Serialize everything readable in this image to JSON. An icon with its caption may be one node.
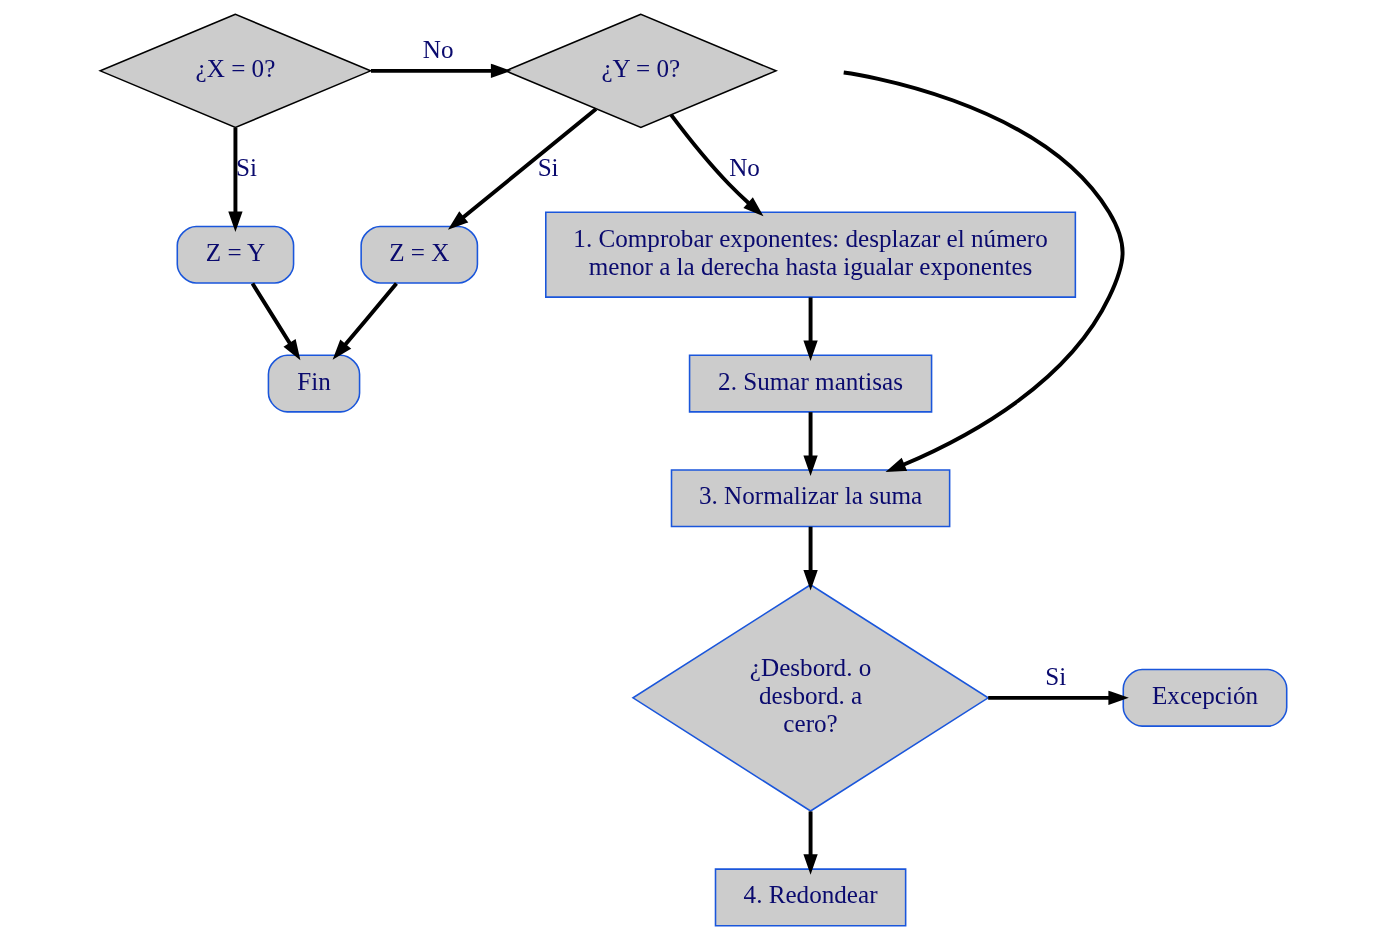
{
  "diagram": {
    "nodes": [
      {
        "text": [
          "¿X = 0?"
        ]
      },
      {
        "text": [
          "¿Y = 0?"
        ]
      },
      {
        "text": [
          "Z = Y"
        ]
      },
      {
        "text": [
          "Z = X"
        ]
      },
      {
        "text": [
          "Fin"
        ]
      },
      {
        "text": [
          "1. Comprobar exponentes: desplazar el número menor a la derecha hasta igualar exponentes"
        ]
      },
      {
        "text": [
          "2. Sumar mantisas"
        ]
      },
      {
        "text": [
          "3. Normalizar la suma"
        ]
      },
      {
        "text": [
          "¿Desbord. o desbord. a cero?"
        ]
      },
      {
        "text": [
          "Excepción"
        ]
      },
      {
        "text": [
          "4. Redondear"
        ]
      }
    ],
    "edges": [
      {
        "from": 0,
        "to": 1,
        "arrow": "to",
        "label": "No"
      },
      {
        "from": 0,
        "to": 2,
        "arrow": "to",
        "label": "Si"
      },
      {
        "from": 1,
        "to": 5,
        "arrow": "to",
        "label": "No"
      },
      {
        "from": 1,
        "to": 3,
        "arrow": "to",
        "label": "Si"
      },
      {
        "from": 2,
        "to": 4,
        "arrow": "to"
      },
      {
        "from": 3,
        "to": 4,
        "arrow": "to"
      },
      {
        "from": 5,
        "to": 6,
        "arrow": "to"
      },
      {
        "from": 6,
        "to": 7,
        "arrow": "to"
      },
      {
        "from": 7,
        "to": 8,
        "arrow": "to"
      },
      {
        "from": 8,
        "to": 9,
        "arrow": "to",
        "label": "Si"
      },
      {
        "from": 8,
        "to": 10,
        "arrow": "to"
      },
      {
        "from": null,
        "to": 7,
        "arrow": "to"
      }
    ]
  }
}
